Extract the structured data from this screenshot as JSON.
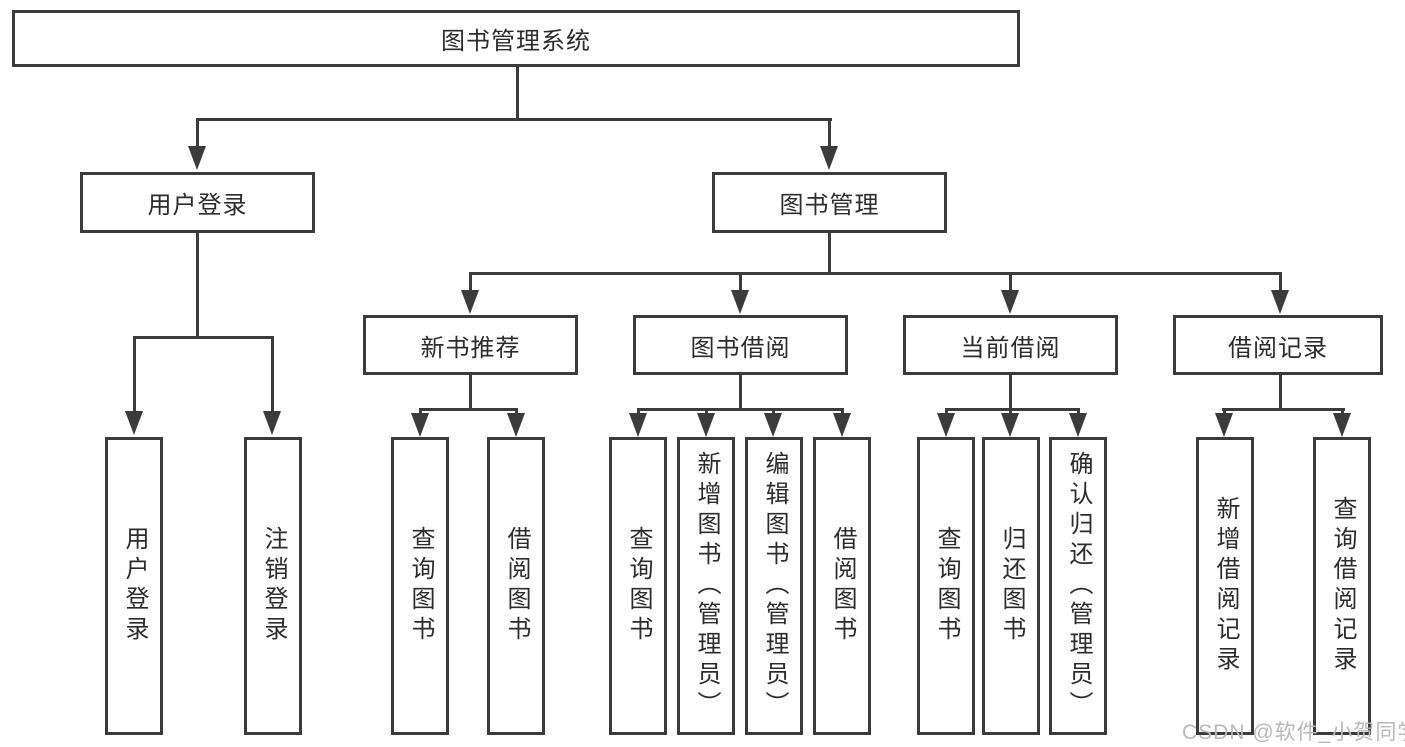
{
  "diagram": {
    "root": {
      "label": "图书管理系统"
    },
    "level2": [
      {
        "label": "用户登录"
      },
      {
        "label": "图书管理"
      }
    ],
    "level3": [
      {
        "label": "新书推荐"
      },
      {
        "label": "图书借阅"
      },
      {
        "label": "当前借阅"
      },
      {
        "label": "借阅记录"
      }
    ],
    "leaves": {
      "user_login": [
        "用户登录",
        "注销登录"
      ],
      "new_book_recommend": [
        "查询图书",
        "借阅图书"
      ],
      "book_borrow": [
        "查询图书",
        "新增图书（管理员）",
        "编辑图书（管理员）",
        "借阅图书"
      ],
      "current_borrow": [
        "查询图书",
        "归还图书",
        "确认归还（管理员）"
      ],
      "borrow_records": [
        "新增借阅记录",
        "查询借阅记录"
      ]
    }
  },
  "watermark": {
    "text": "CSDN @软件_小贺同学"
  },
  "colors": {
    "line": "#3b3b3b",
    "text": "#2c2c2c",
    "background": "#ffffff",
    "watermark": "#b9b9b9"
  }
}
